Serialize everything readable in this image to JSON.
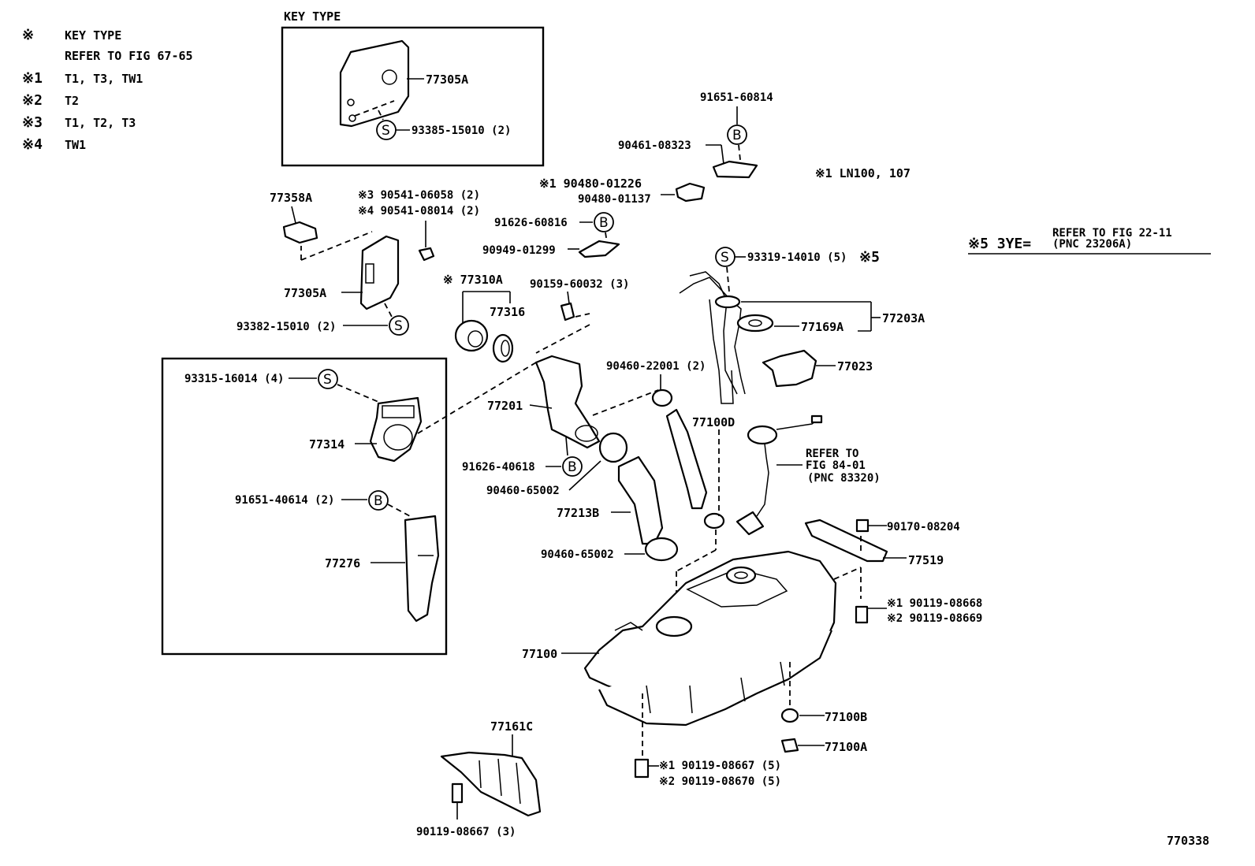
{
  "legend": {
    "key_mark": "※",
    "key_title": "KEY TYPE",
    "refer": "REFER TO FIG 67-65",
    "rows": [
      {
        "mark": "※1",
        "text": "T1, T3, TW1"
      },
      {
        "mark": "※2",
        "text": "T2"
      },
      {
        "mark": "※3",
        "text": "T1, T2, T3"
      },
      {
        "mark": "※4",
        "text": "TW1"
      }
    ]
  },
  "key_type_box": {
    "title": "KEY TYPE",
    "part_77305a": "77305A",
    "part_93385": "93385-15010 (2)",
    "circle": "S"
  },
  "notes": {
    "ln_note": "※1  LN100, 107",
    "fig_ref_mark": "※5  3YE=",
    "fig_ref_line1": "REFER TO FIG 22-11",
    "fig_ref_line2": "(PNC 23206A)",
    "sender_ref_1": "REFER TO",
    "sender_ref_2": "FIG 84-01",
    "sender_ref_3": "(PNC 83320)",
    "figure_id": "770338"
  },
  "labels": {
    "p91651_60814": "91651-60814",
    "p90461_08323": "90461-08323",
    "p90480_01226": "※1  90480-01226",
    "p90480_01137": "90480-01137",
    "p77358a": "77358A",
    "p90541_06058": "※3 90541-06058 (2)",
    "p90541_08014": "※4 90541-08014 (2)",
    "p91626_60816": "91626-60816",
    "p90949_01299": "90949-01299",
    "p93319": "93319-14010 (5)",
    "p93319_mark": "※5",
    "p77305a": "77305A",
    "p77310a": "※ 77310A",
    "p90159": "90159-60032 (3)",
    "p77316": "77316",
    "p93382": "93382-15010 (2)",
    "p77203a": "77203A",
    "p77169a": "77169A",
    "p93315": "93315-16014 (4)",
    "p90460_22001": "90460-22001 (2)",
    "p77023": "77023",
    "p77201": "77201",
    "p77100d": "77100D",
    "p77314": "77314",
    "p91626_40618": "91626-40618",
    "p90460_65002a": "90460-65002",
    "p91651_40614": "91651-40614 (2)",
    "p77213b": "77213B",
    "p90170": "90170-08204",
    "p77276": "77276",
    "p77519": "77519",
    "p90460_65002b": "90460-65002",
    "p90119_08668": "※1 90119-08668",
    "p90119_08669": "※2 90119-08669",
    "p77100": "77100",
    "p77100b": "77100B",
    "p77161c": "77161C",
    "p77100a": "77100A",
    "p90119_08667_5": "※1 90119-08667 (5)",
    "p90119_08670": "※2 90119-08670 (5)",
    "p90119_08667_3": "90119-08667 (3)"
  },
  "circle_marks": {
    "s": "S",
    "b": "B"
  }
}
